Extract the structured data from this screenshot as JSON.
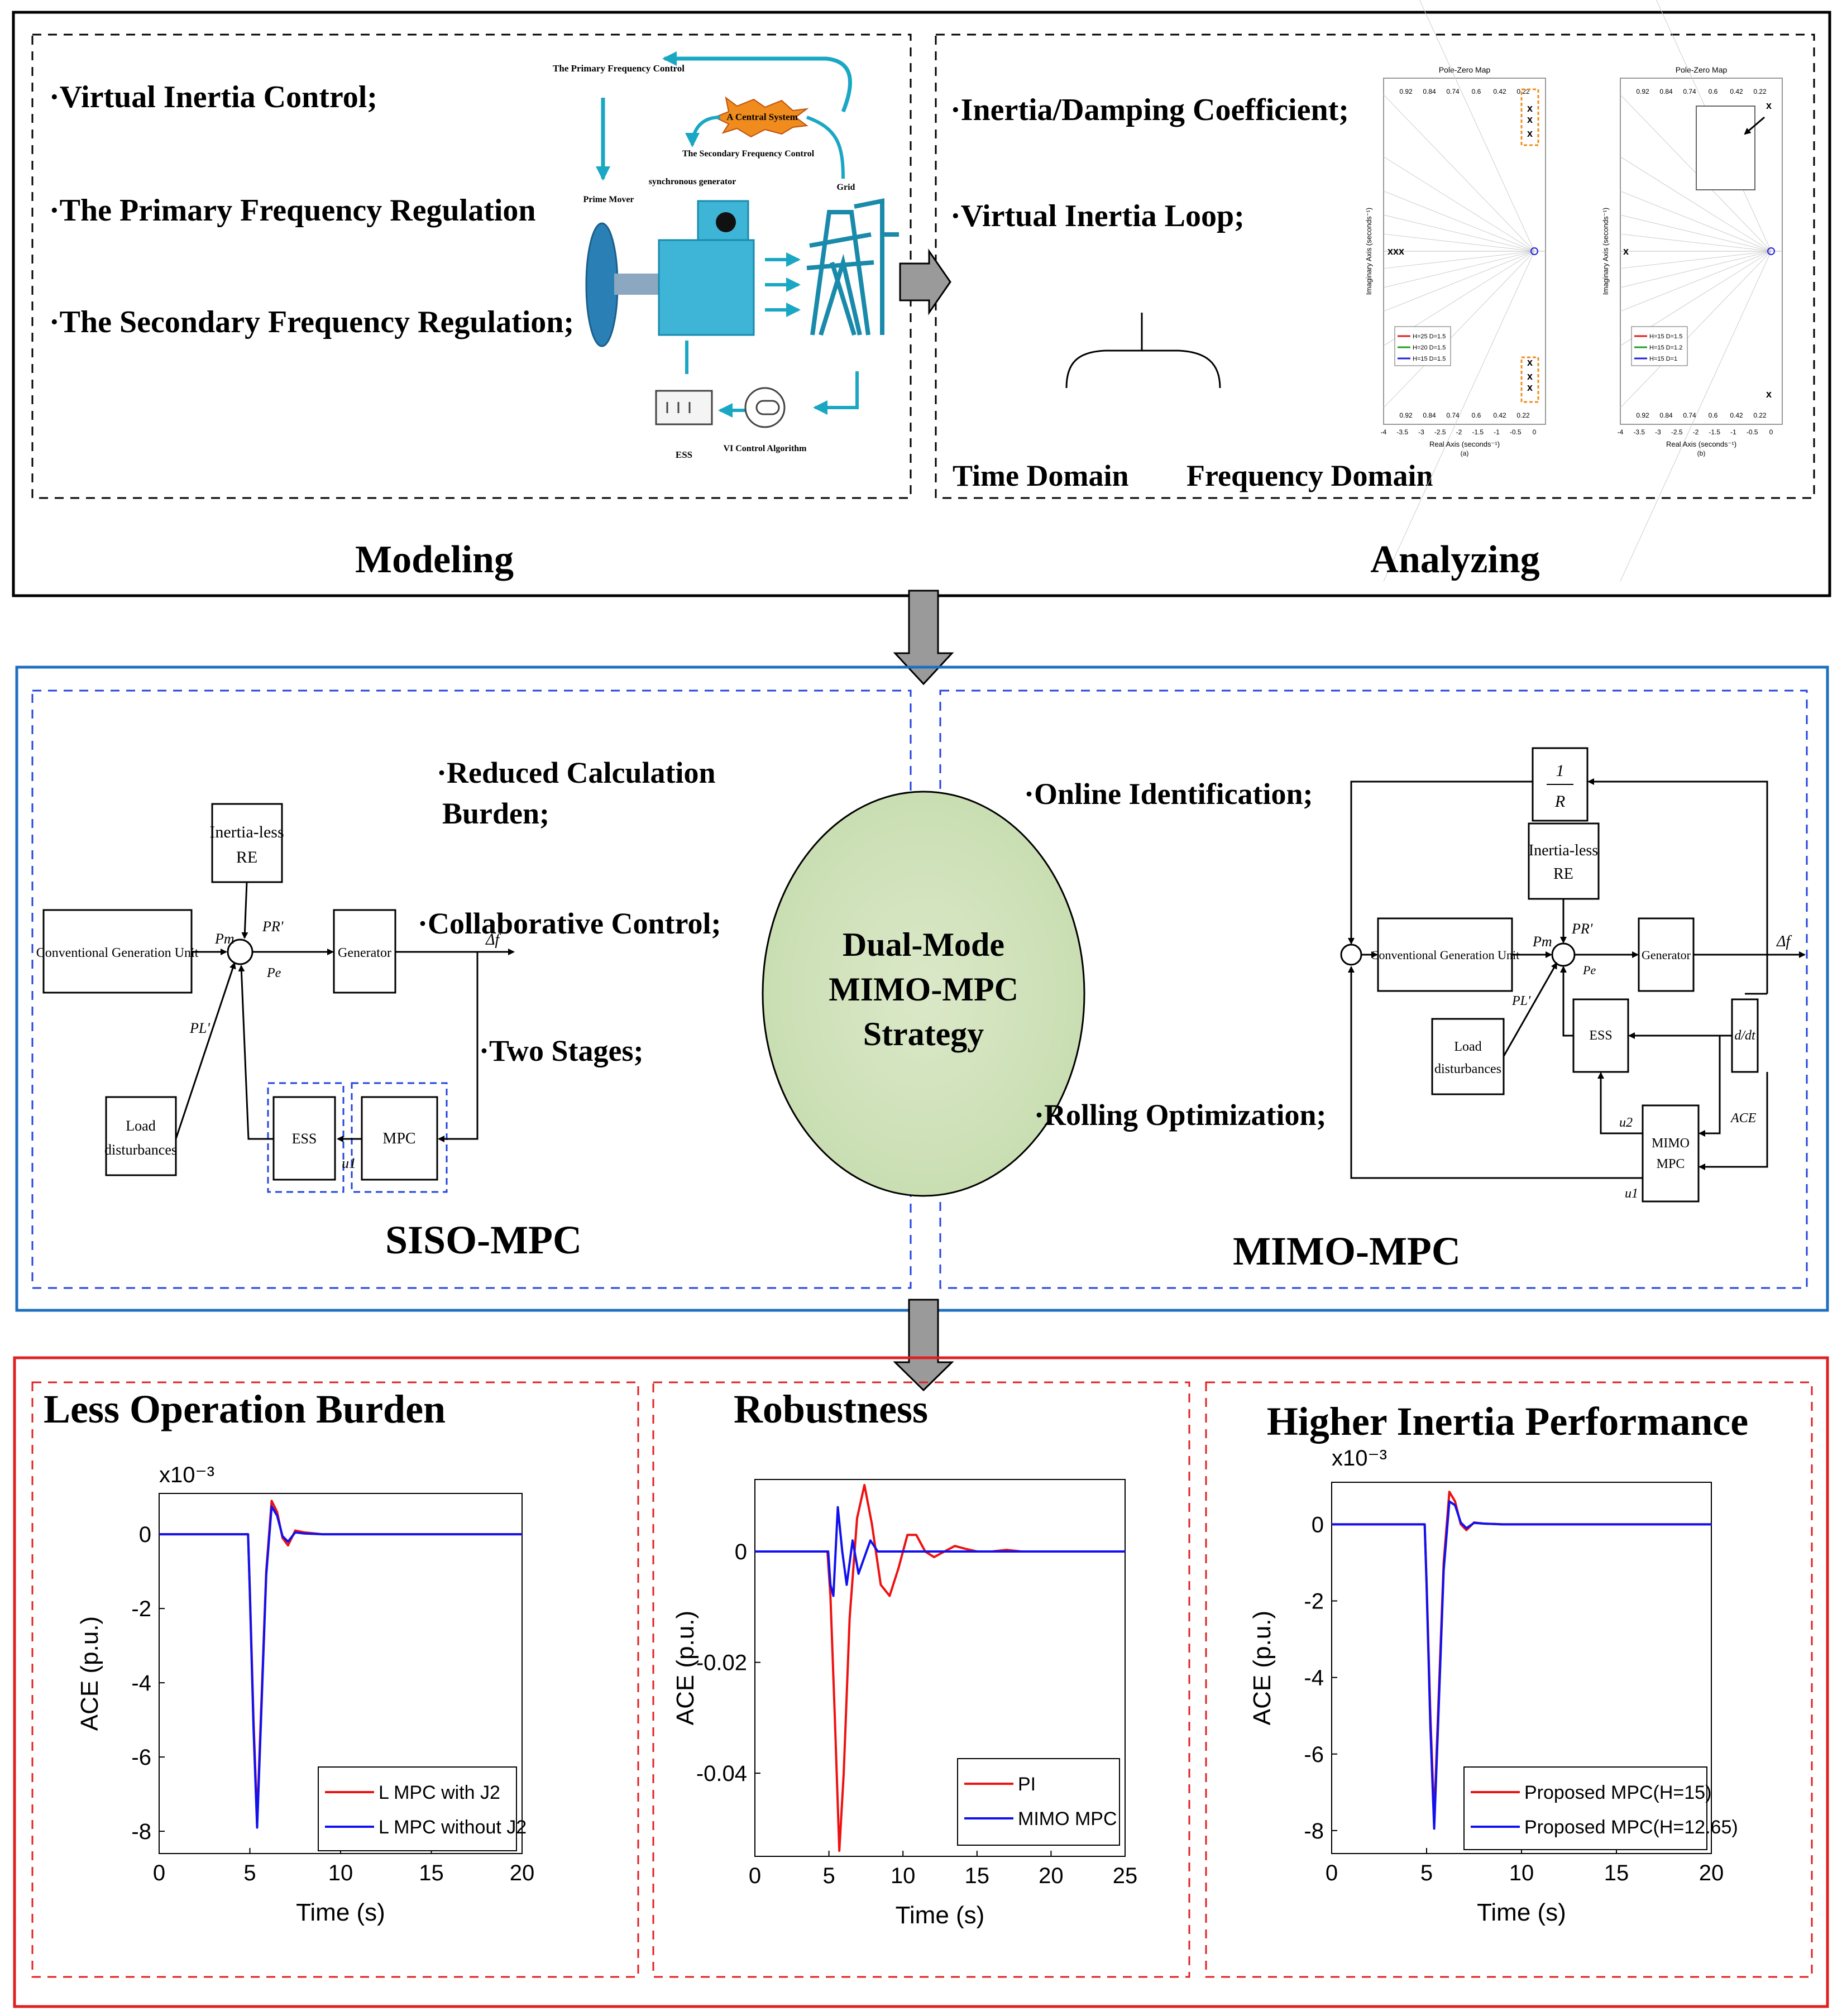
{
  "modeling": {
    "title": "Modeling",
    "bullets": [
      "·Virtual Inertia Control;",
      "·The Primary Frequency Regulation",
      "·The Secondary Frequency Regulation;"
    ],
    "figure_labels": {
      "primary": "The Primary Frequency Control",
      "central": "A Central System",
      "secondary": "The Secondary Frequency Control",
      "sync_gen": "synchronous generator",
      "prime_mover": "Prime Mover",
      "grid": "Grid",
      "ess": "ESS",
      "vi": "VI Control Algorithm"
    }
  },
  "analyzing": {
    "title": "Analyzing",
    "bullets": [
      "·Inertia/Damping Coefficient;",
      "·Virtual Inertia Loop;"
    ],
    "time_domain": "Time Domain",
    "freq_domain": "Frequency Domain",
    "pz_title": "Pole-Zero Map",
    "pz_xlabel": "Real Axis (seconds⁻¹)",
    "pz_ylabel": "Imaginary Axis (seconds⁻¹)",
    "pz_ticks": [
      "-4",
      "-3.5",
      "-3",
      "-2.5",
      "-2",
      "-1.5",
      "-1",
      "-0.5",
      "0"
    ],
    "pz_damp": [
      "0.92",
      "0.84",
      "0.74",
      "0.6",
      "0.42",
      "0.22"
    ],
    "pz_a_legend": [
      "H=25 D=1.5",
      "H=20 D=1.5",
      "H=15 D=1.5"
    ],
    "pz_b_legend": [
      "H=15 D=1.5",
      "H=15 D=1.2",
      "H=15 D=1"
    ],
    "pz_a_caption": "(a)",
    "pz_b_caption": "(b)"
  },
  "siso": {
    "title": "SISO-MPC",
    "bullets": [
      "·Reduced Calculation",
      "Burden;",
      "·Collaborative Control;",
      "·Two Stages;"
    ],
    "blocks": {
      "inertia_less": "Inertia-less",
      "re": "RE",
      "conv": "Conventional Generation Unit",
      "gen": "Generator",
      "load1": "Load",
      "load2": "disturbances",
      "ess": "ESS",
      "mpc": "MPC"
    },
    "signals": {
      "pm": "Pm",
      "pr": "PR'",
      "pl": "PL'",
      "pe": "Pe",
      "df": "Δf",
      "u1": "u1"
    }
  },
  "center": {
    "line1": "Dual-Mode",
    "line2": "MIMO-MPC",
    "line3": "Strategy"
  },
  "mimo": {
    "title": "MIMO-MPC",
    "bullets": [
      "·Online Identification;",
      "·Rolling Optimization;"
    ],
    "blocks": {
      "r_num": "1",
      "r_den": "R",
      "inertia_less": "Inertia-less",
      "re": "RE",
      "conv": "Conventional Generation Unit",
      "gen": "Generator",
      "load1": "Load",
      "load2": "disturbances",
      "ess": "ESS",
      "ddt": "d/dt",
      "mimo1": "MIMO",
      "mimo2": "MPC"
    },
    "signals": {
      "pm": "Pm",
      "pr": "PR'",
      "pl": "PL'",
      "pe": "Pe",
      "df": "Δf",
      "ace": "ACE",
      "u1": "u1",
      "u2": "u2"
    }
  },
  "results": [
    {
      "title": "Less Operation Burden",
      "ylabel": "ACE (p.u.)",
      "xlabel": "Time (s)",
      "scale_note": "x10⁻³",
      "xticks": [
        "0",
        "5",
        "10",
        "15",
        "20"
      ],
      "yticks": [
        "0",
        "-2",
        "-4",
        "-6",
        "-8"
      ],
      "legend": [
        "L MPC with J2",
        "L MPC without J2"
      ],
      "colors": [
        "#ee1111",
        "#1111ee"
      ]
    },
    {
      "title": "Robustness",
      "ylabel": "ACE (p.u.)",
      "xlabel": "Time (s)",
      "xticks": [
        "0",
        "5",
        "10",
        "15",
        "20",
        "25"
      ],
      "yticks": [
        "0",
        "-0.02",
        "-0.04"
      ],
      "legend": [
        "PI",
        "MIMO MPC"
      ],
      "colors": [
        "#ee1111",
        "#1111ee"
      ]
    },
    {
      "title": "Higher Inertia Performance",
      "ylabel": "ACE (p.u.)",
      "xlabel": "Time (s)",
      "scale_note": "x10⁻³",
      "xticks": [
        "0",
        "5",
        "10",
        "15",
        "20"
      ],
      "yticks": [
        "0",
        "-2",
        "-4",
        "-6",
        "-8"
      ],
      "legend": [
        "Proposed MPC(H=15)",
        "Proposed MPC(H=12.65)"
      ],
      "colors": [
        "#ee1111",
        "#1111ee"
      ]
    }
  ],
  "chart_data": [
    {
      "type": "line",
      "xlim": [
        0,
        20
      ],
      "ylim": [
        -8.6,
        1.1
      ],
      "ylabel": "ACE (p.u.)",
      "xlabel": "Time (s)",
      "series": [
        {
          "name": "L MPC with J2",
          "x": [
            0,
            4.9,
            5.0,
            5.2,
            5.4,
            5.6,
            5.9,
            6.2,
            6.5,
            6.8,
            7.1,
            7.5,
            8,
            9,
            20
          ],
          "y": [
            0,
            0,
            -1.5,
            -5,
            -7.7,
            -5,
            -1,
            0.9,
            0.6,
            -0.1,
            -0.3,
            0.1,
            0.05,
            0,
            0
          ]
        },
        {
          "name": "L MPC without J2",
          "x": [
            0,
            4.9,
            5.0,
            5.2,
            5.4,
            5.6,
            5.9,
            6.2,
            6.5,
            6.8,
            7.1,
            7.5,
            8,
            9,
            20
          ],
          "y": [
            0,
            0,
            -1.6,
            -5.2,
            -7.9,
            -5.2,
            -1.1,
            0.75,
            0.5,
            -0.05,
            -0.2,
            0.05,
            0.02,
            0,
            0
          ]
        }
      ]
    },
    {
      "type": "line",
      "xlim": [
        0,
        25
      ],
      "ylim": [
        -0.055,
        0.013
      ],
      "ylabel": "ACE (p.u.)",
      "xlabel": "Time (s)",
      "series": [
        {
          "name": "PI",
          "x": [
            0,
            4.9,
            5.1,
            5.4,
            5.7,
            6.0,
            6.4,
            6.9,
            7.4,
            7.9,
            8.5,
            9.1,
            9.7,
            10.3,
            10.9,
            11.5,
            12.1,
            12.8,
            13.5,
            14.2,
            15,
            16,
            17,
            18,
            25
          ],
          "y": [
            0,
            0,
            -0.008,
            -0.03,
            -0.054,
            -0.04,
            -0.012,
            0.006,
            0.012,
            0.005,
            -0.006,
            -0.008,
            -0.003,
            0.003,
            0.003,
            0,
            -0.001,
            0,
            0.001,
            0.0005,
            0,
            0,
            0.0003,
            0,
            0
          ]
        },
        {
          "name": "MIMO MPC",
          "x": [
            0,
            4.95,
            5.1,
            5.3,
            5.6,
            5.9,
            6.2,
            6.6,
            7.0,
            7.4,
            7.8,
            8.3,
            9,
            10,
            25
          ],
          "y": [
            0,
            0,
            -0.006,
            -0.008,
            0.008,
            0,
            -0.006,
            0.002,
            -0.004,
            -0.001,
            0.002,
            0,
            0,
            0,
            0
          ]
        }
      ]
    },
    {
      "type": "line",
      "xlim": [
        0,
        20
      ],
      "ylim": [
        -8.6,
        1.1
      ],
      "ylabel": "ACE (p.u.)",
      "xlabel": "Time (s)",
      "series": [
        {
          "name": "Proposed MPC(H=15)",
          "x": [
            0,
            4.9,
            5.0,
            5.2,
            5.4,
            5.6,
            5.9,
            6.2,
            6.5,
            6.8,
            7.1,
            7.5,
            8,
            9,
            20
          ],
          "y": [
            0,
            0,
            -1.5,
            -5,
            -7.7,
            -5,
            -1,
            0.85,
            0.6,
            0,
            -0.15,
            0.05,
            0.02,
            0,
            0
          ]
        },
        {
          "name": "Proposed MPC(H=12.65)",
          "x": [
            0,
            4.9,
            5.0,
            5.2,
            5.4,
            5.6,
            5.9,
            6.2,
            6.5,
            6.8,
            7.1,
            7.5,
            8,
            9,
            20
          ],
          "y": [
            0,
            0,
            -1.6,
            -5.3,
            -7.95,
            -5.3,
            -1.2,
            0.6,
            0.5,
            0.05,
            -0.1,
            0.04,
            0.02,
            0,
            0
          ]
        }
      ]
    }
  ]
}
